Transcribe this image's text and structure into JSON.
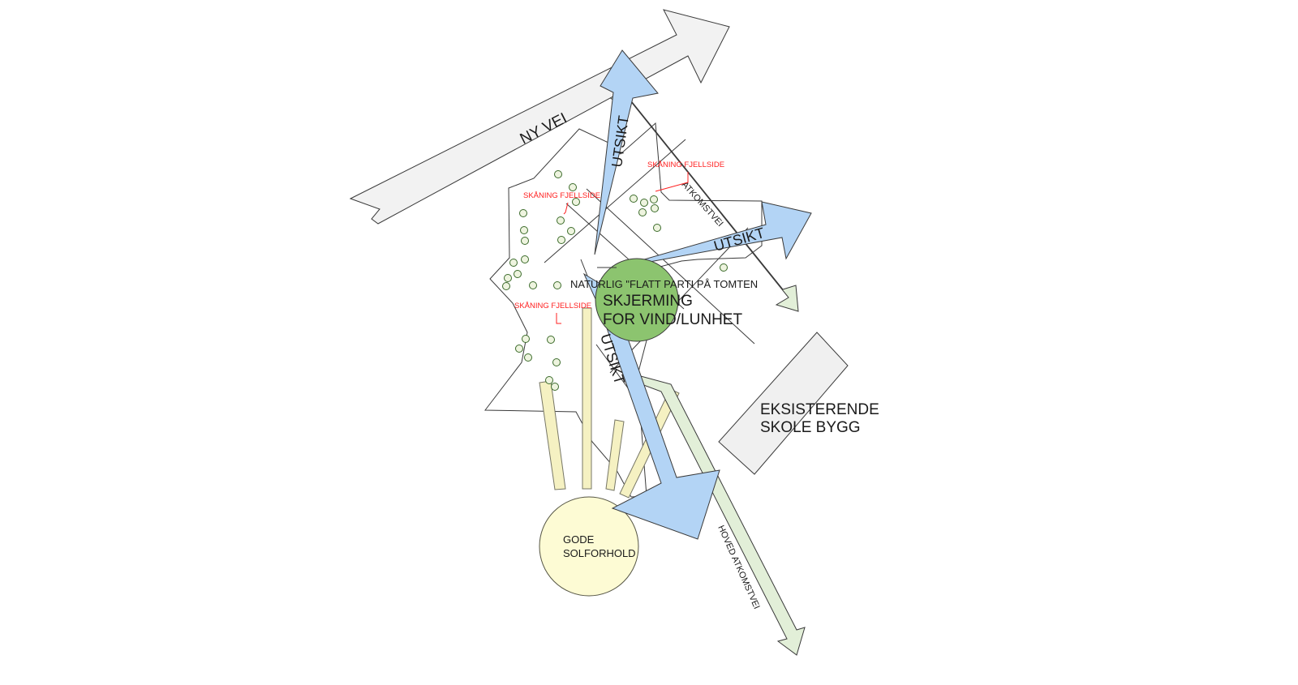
{
  "labels": {
    "ny_vei": "NY VEI",
    "utsikt_north": "UTSIKT",
    "utsikt_east": "UTSIKT",
    "utsikt_south": "UTSIKT",
    "atkomstvei": "ATKOMSTVEI",
    "hoved_atkomstvei": "HOVED ATKOMSTVEI",
    "skjerming_line1": "SKJERMING",
    "skjerming_line2": "FOR VIND/LUNHET",
    "flatt_parti": "NATURLIG \"FLATT PARTI PÅ TOMTEN",
    "skoleb_line1": "EKSISTERENDE",
    "skoleb_line2": "SKOLE BYGG",
    "gode_line1": "GODE",
    "gode_line2": "SOLFORHOLD",
    "skaning_1": "SKÅNING FJELLSIDE",
    "skaning_2": "SKÅNING FJELLSIDE",
    "skaning_3": "SKÅNING FJELLSIDE"
  },
  "colors": {
    "road": "#f2f2f2",
    "view_arrow": "#b3d4f5",
    "access_road": "#e2efd8",
    "shelter": "#8cc46f",
    "sun": "#fdfbd4",
    "sun_rays": "#f5f1c2",
    "school": "#f0f0f0",
    "skaning": "#ff2020"
  }
}
